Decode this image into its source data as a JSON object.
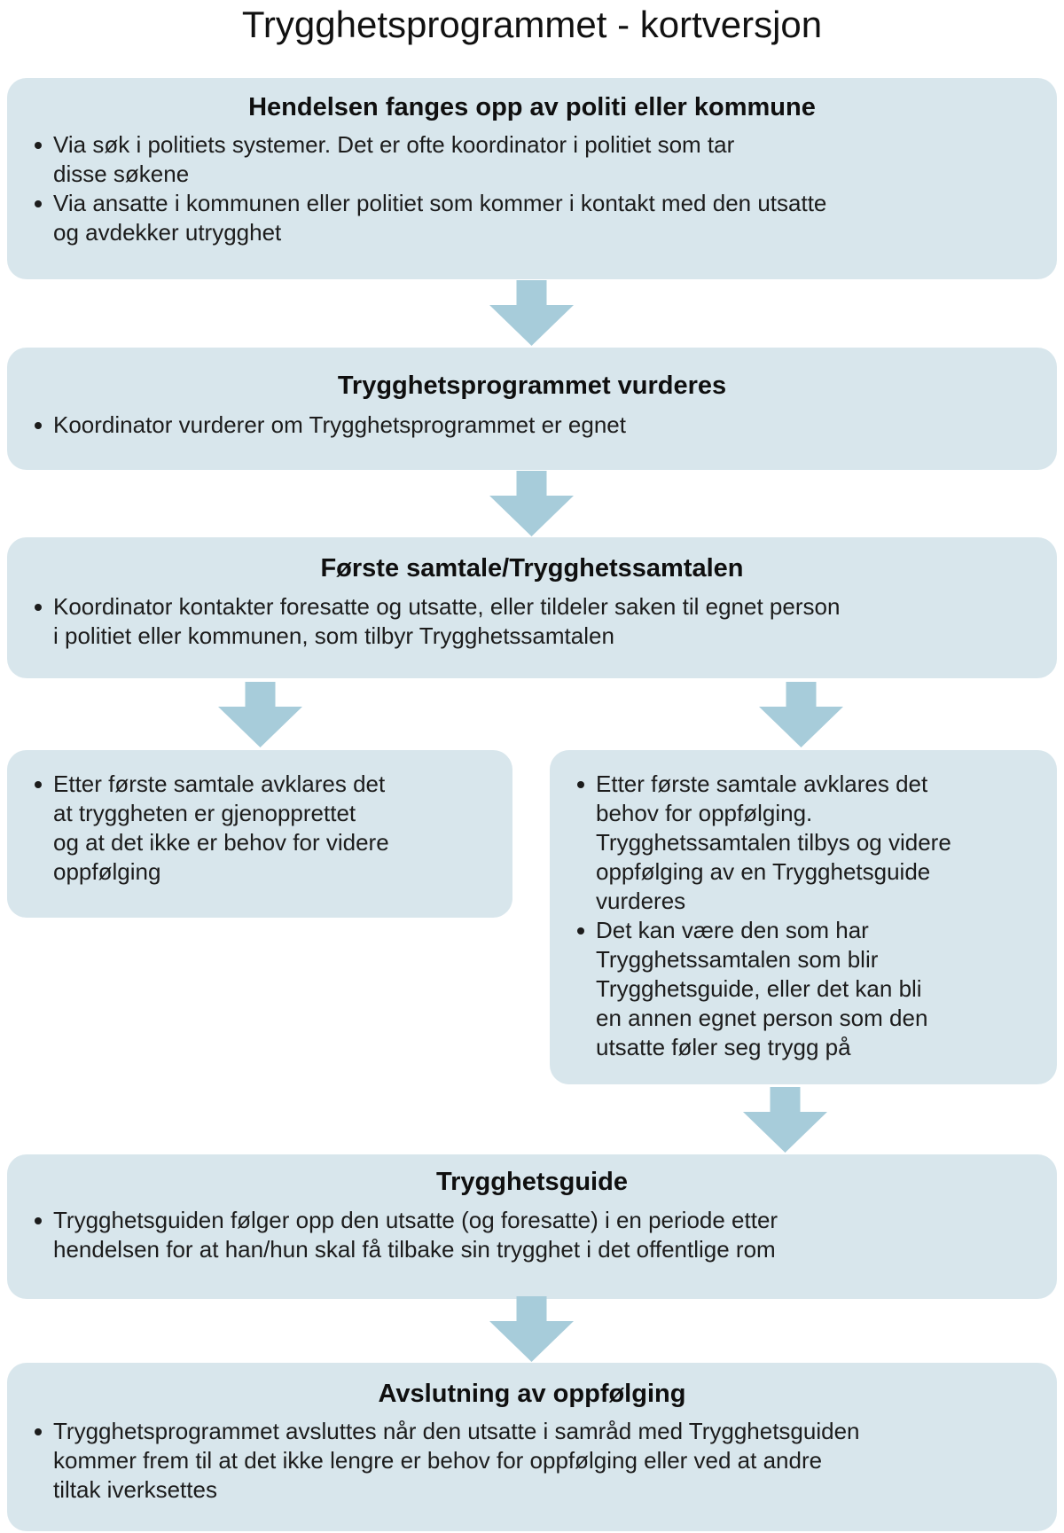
{
  "page": {
    "title": "Trygghetsprogrammet - kortversjon"
  },
  "colors": {
    "background": "#ffffff",
    "box_fill": "#d8e6ec",
    "arrow": "#a7ccda",
    "text": "#1c1c1c"
  },
  "boxes": {
    "capture": {
      "title": "Hendelsen fanges opp av politi eller kommune",
      "bullets": [
        "Via søk i politiets systemer. Det er ofte koordinator i politiet som tar\ndisse søkene",
        "Via ansatte i kommunen eller politiet som kommer i kontakt med den utsatte\nog avdekker utrygghet"
      ]
    },
    "assess": {
      "title": "Trygghetsprogrammet vurderes",
      "bullets": [
        "Koordinator vurderer om Trygghetsprogrammet er egnet"
      ]
    },
    "first_talk": {
      "title": "Første samtale/Trygghetssamtalen",
      "bullets": [
        "Koordinator kontakter foresatte og utsatte, eller tildeler saken til egnet person\ni politiet eller kommunen, som tilbyr Trygghetssamtalen"
      ]
    },
    "no_followup": {
      "bullets": [
        "Etter første samtale avklares det\nat tryggheten er gjenopprettet\nog at det ikke er behov for videre\noppfølging"
      ]
    },
    "followup": {
      "bullets": [
        "Etter første samtale avklares det\nbehov for oppfølging.\nTrygghetssamtalen tilbys og videre\noppfølging av en Trygghetsguide\nvurderes",
        "Det kan være den som har\nTrygghetssamtalen som blir\nTrygghetsguide, eller det kan bli\nen annen egnet person som den\nutsatte føler seg trygg på"
      ]
    },
    "guide": {
      "title": "Trygghetsguide",
      "bullets": [
        "Trygghetsguiden følger opp den utsatte (og foresatte) i en periode etter\nhendelsen for at han/hun skal få tilbake sin trygghet i det offentlige rom"
      ]
    },
    "closing": {
      "title": "Avslutning av oppfølging",
      "bullets": [
        "Trygghetsprogrammet avsluttes når den utsatte i samråd med Trygghetsguiden\nkommer frem til at det ikke lengre er behov for oppfølging eller ved at andre\ntiltak iverksettes"
      ]
    }
  }
}
